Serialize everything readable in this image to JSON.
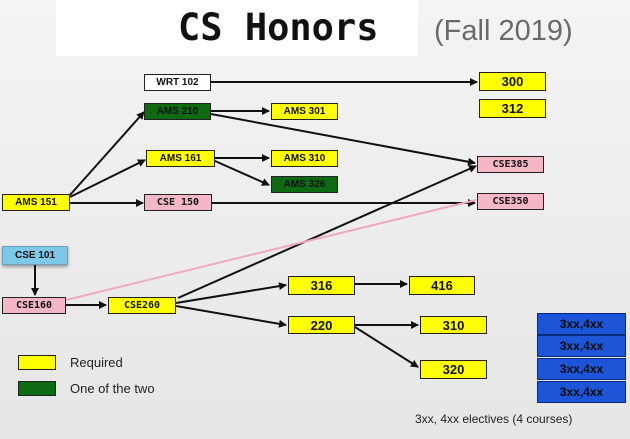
{
  "header": {
    "title": "CS Honors",
    "subtitle": "(Fall 2019)"
  },
  "courses": {
    "wrt102": "WRT 102",
    "ams210": "AMS 210",
    "ams301": "AMS 301",
    "ams161": "AMS 161",
    "ams310": "AMS 310",
    "ams326": "AMS 326",
    "ams151": "AMS 151",
    "cse150": "CSE 150",
    "c300": "300",
    "c312": "312",
    "cse385": "CSE385",
    "cse350": "CSE350",
    "cse101": "CSE 101",
    "cse160": "CSE160",
    "cse260": "CSE260",
    "c316": "316",
    "c416": "416",
    "c220": "220",
    "c310": "310",
    "c320": "320"
  },
  "electives": {
    "boxes": [
      "3xx,4xx",
      "3xx,4xx",
      "3xx,4xx",
      "3xx,4xx"
    ],
    "note": "3xx, 4xx electives (4 courses)"
  },
  "legend": {
    "required_label": "Required",
    "one_of_two_label": "One of the two",
    "required_color": "#ffff00",
    "one_of_two_color": "#0d6a12"
  }
}
